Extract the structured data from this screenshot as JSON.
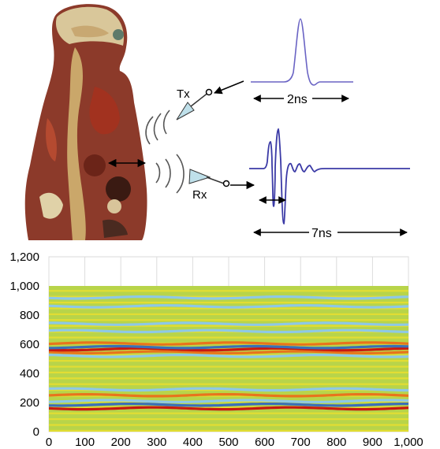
{
  "diagram": {
    "transmitter_label": "Tx",
    "receiver_label": "Rx",
    "pulse_width_label": "2ns",
    "echo_window_label": "7ns",
    "colors": {
      "pulse": "#6a64c4",
      "echo": "#3b3aa6",
      "antenna": "#bfe0ea",
      "arrow": "#000000"
    }
  },
  "chart_data": {
    "type": "heatmap",
    "title": "",
    "xlabel": "",
    "ylabel": "",
    "xlim": [
      0,
      1000
    ],
    "ylim": [
      0,
      1200
    ],
    "x_ticks": [
      "0",
      "100",
      "200",
      "300",
      "400",
      "500",
      "600",
      "700",
      "800",
      "900",
      "1,000"
    ],
    "y_ticks": [
      "0",
      "200",
      "400",
      "600",
      "800",
      "1,000",
      "1,200"
    ],
    "data_extent": {
      "x": [
        0,
        1000
      ],
      "y": [
        0,
        1000
      ]
    },
    "grid": true,
    "colormap": [
      "#b8d44a",
      "#f0e02c",
      "#8ec8e6",
      "#e8741c",
      "#c81810",
      "#3a6fb8"
    ],
    "bands": [
      {
        "y": 160,
        "color": "#c81810"
      },
      {
        "y": 185,
        "color": "#3a6fb8"
      },
      {
        "y": 210,
        "color": "#8ec8e6"
      },
      {
        "y": 250,
        "color": "#e8741c"
      },
      {
        "y": 290,
        "color": "#8ec8e6"
      },
      {
        "y": 520,
        "color": "#8ec8e6"
      },
      {
        "y": 545,
        "color": "#e8741c"
      },
      {
        "y": 565,
        "color": "#c81810"
      },
      {
        "y": 580,
        "color": "#3a6fb8"
      },
      {
        "y": 605,
        "color": "#e8741c"
      },
      {
        "y": 690,
        "color": "#8ec8e6"
      },
      {
        "y": 740,
        "color": "#8ec8e6"
      },
      {
        "y": 860,
        "color": "#8ec8e6"
      },
      {
        "y": 920,
        "color": "#8ec8e6"
      }
    ]
  }
}
